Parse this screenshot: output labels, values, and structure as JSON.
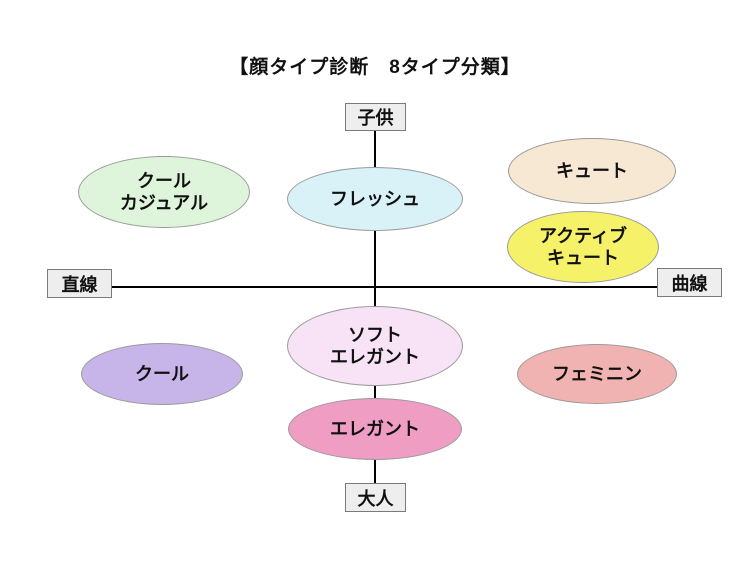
{
  "title": "【顔タイプ診断　8タイプ分類】",
  "axes": {
    "top_label": "子供",
    "bottom_label": "大人",
    "left_label": "直線",
    "right_label": "曲線",
    "line_color": "#000000",
    "label_box_bg": "#eeeeee",
    "label_box_border": "#7a7a7a"
  },
  "types": [
    {
      "id": "cool-casual",
      "label": "クール\nカジュアル",
      "fill": "#def5db"
    },
    {
      "id": "fresh",
      "label": "フレッシュ",
      "fill": "#d9f2f7"
    },
    {
      "id": "cute",
      "label": "キュート",
      "fill": "#f7e8d4"
    },
    {
      "id": "active-cute",
      "label": "アクティブ\nキュート",
      "fill": "#f5f169"
    },
    {
      "id": "cool",
      "label": "クール",
      "fill": "#c7b4e8"
    },
    {
      "id": "soft-elegant",
      "label": "ソフト\nエレガント",
      "fill": "#f8e2f6"
    },
    {
      "id": "elegant",
      "label": "エレガント",
      "fill": "#ef9dc2"
    },
    {
      "id": "feminine",
      "label": "フェミニン",
      "fill": "#f0b3b1"
    }
  ],
  "ellipse_border_color": "#9a9a9a"
}
